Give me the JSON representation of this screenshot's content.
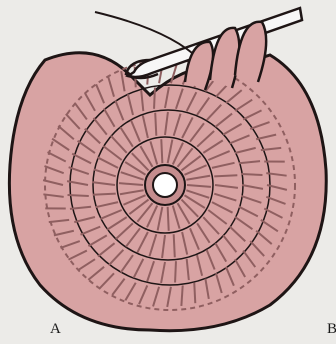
{
  "figure": {
    "subject": "crochet-hook-and-circular-motif",
    "colors": {
      "yarn": "#d8a3a3",
      "yarn_dark": "#8f5f60",
      "outline": "#1e1515",
      "paper": "#ecebe8",
      "hook": "#f7f7f7"
    }
  },
  "labels": {
    "left": "A",
    "right": "B"
  }
}
